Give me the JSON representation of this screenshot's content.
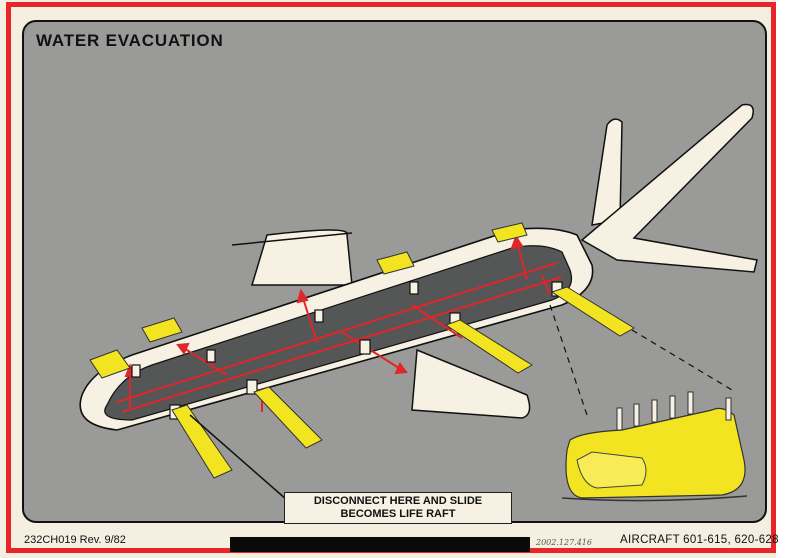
{
  "poster": {
    "title": "WATER EVACUATION",
    "callout_line1": "DISCONNECT HERE AND SLIDE",
    "callout_line2": "BECOMES LIFE RAFT",
    "form_number": "232CH019 Rev. 9/82",
    "handwritten_ref": "2002.127.416",
    "aircraft": "AIRCRAFT 601-615, 620-628"
  },
  "colors": {
    "frame_red": "#e8262a",
    "panel_gray": "#9a9a99",
    "slide_yellow": "#f2e421",
    "aircraft_white": "#f6f1e2",
    "cabin_gray": "#555656",
    "arrow_red": "#e0262b"
  }
}
